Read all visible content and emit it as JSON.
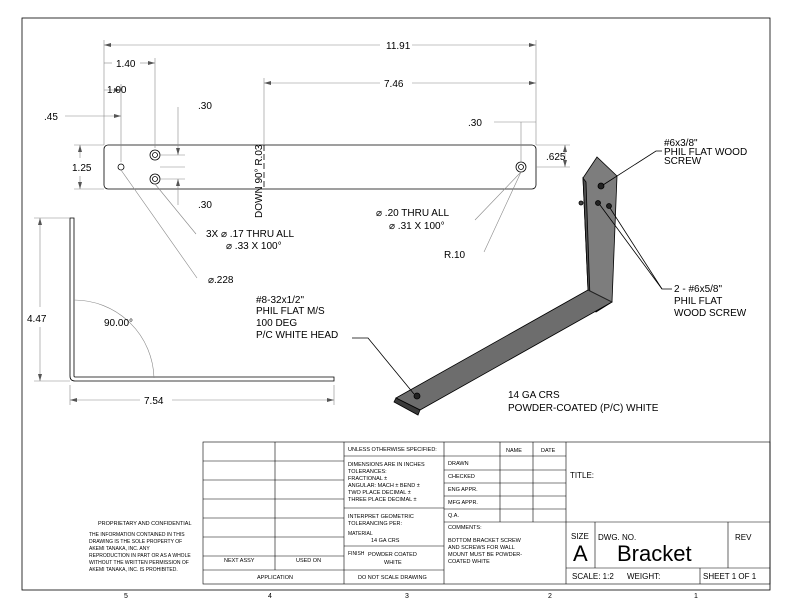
{
  "dimensions": {
    "d_11_91": "11.91",
    "d_1_40": "1.40",
    "d_1_00": "1.00",
    "d_7_46": "7.46",
    "d_45": ".45",
    "d_30_a": ".30",
    "d_30_b": ".30",
    "d_30_c": ".30",
    "d_1_25": "1.25",
    "d_625": ".625",
    "d_4_47": "4.47",
    "d_7_54": "7.54",
    "angle": "90.00°",
    "bend_note": "DOWN  90°  R.03",
    "r10": "R.10",
    "dia228": "⌀.228",
    "holes_3x_1": "3X  ⌀ .17 THRU ALL",
    "holes_3x_2": "⌀ .33 X 100°",
    "hole_20_1": "⌀ .20 THRU ALL",
    "hole_20_2": "⌀ .31 X 100°"
  },
  "callouts": {
    "screw_top": [
      "#6x3/8\"",
      "PHIL FLAT WOOD",
      "SCREW"
    ],
    "screw_side": [
      "2 - #6x5/8\"",
      "PHIL FLAT",
      "WOOD SCREW"
    ],
    "screw_ms": [
      "#8-32x1/2\"",
      "PHIL FLAT M/S",
      "100 DEG",
      "P/C WHITE HEAD"
    ],
    "material_note": [
      "14 GA CRS",
      "POWDER-COATED (P/C) WHITE"
    ]
  },
  "title_block": {
    "unless": "UNLESS OTHERWISE SPECIFIED:",
    "name": "NAME",
    "date": "DATE",
    "dims_in": "DIMENSIONS ARE IN INCHES",
    "tolerances": "TOLERANCES:",
    "fractional": "FRACTIONAL ±",
    "angular": "ANGULAR: MACH ±      BEND ±",
    "two_place": "TWO PLACE DECIMAL    ±",
    "three_place": "THREE PLACE DECIMAL   ±",
    "interpret": "INTERPRET GEOMETRIC",
    "tol_per": "TOLERANCING PER:",
    "material_label": "MATERIAL",
    "material_value": "14 GA CRS",
    "finish_label": "FINISH",
    "finish_value": [
      "POWDER COATED",
      "WHITE"
    ],
    "no_scale": "DO NOT SCALE DRAWING",
    "drawn": "DRAWN",
    "checked": "CHECKED",
    "eng_appr": "ENG APPR.",
    "mfg_appr": "MFG APPR.",
    "qa": "Q.A.",
    "comments": "COMMENTS:",
    "comments_text": [
      "BOTTOM BRACKET SCREW",
      "AND SCREWS FOR WALL",
      "MOUNT MUST BE POWDER-",
      "COATED WHITE"
    ],
    "title_label": "TITLE:",
    "size_label": "SIZE",
    "size_value": "A",
    "dwg_no_label": "DWG.  NO.",
    "dwg_no_value": "Bracket",
    "rev_label": "REV",
    "scale": "SCALE: 1:2",
    "weight": "WEIGHT:",
    "sheet": "SHEET 1 OF 1",
    "next_assy": "NEXT ASSY",
    "used_on": "USED ON",
    "application": "APPLICATION",
    "proprietary_title": "PROPRIETARY AND CONFIDENTIAL",
    "proprietary_text": [
      "THE INFORMATION CONTAINED IN THIS",
      "DRAWING IS THE SOLE PROPERTY OF",
      "AKEMI TANAKA, INC.  ANY",
      "REPRODUCTION IN PART OR AS A WHOLE",
      "WITHOUT THE WRITTEN PERMISSION OF",
      "AKEMI TANAKA, INC. IS PROHIBITED."
    ]
  },
  "zones": [
    "5",
    "4",
    "3",
    "2",
    "1"
  ]
}
